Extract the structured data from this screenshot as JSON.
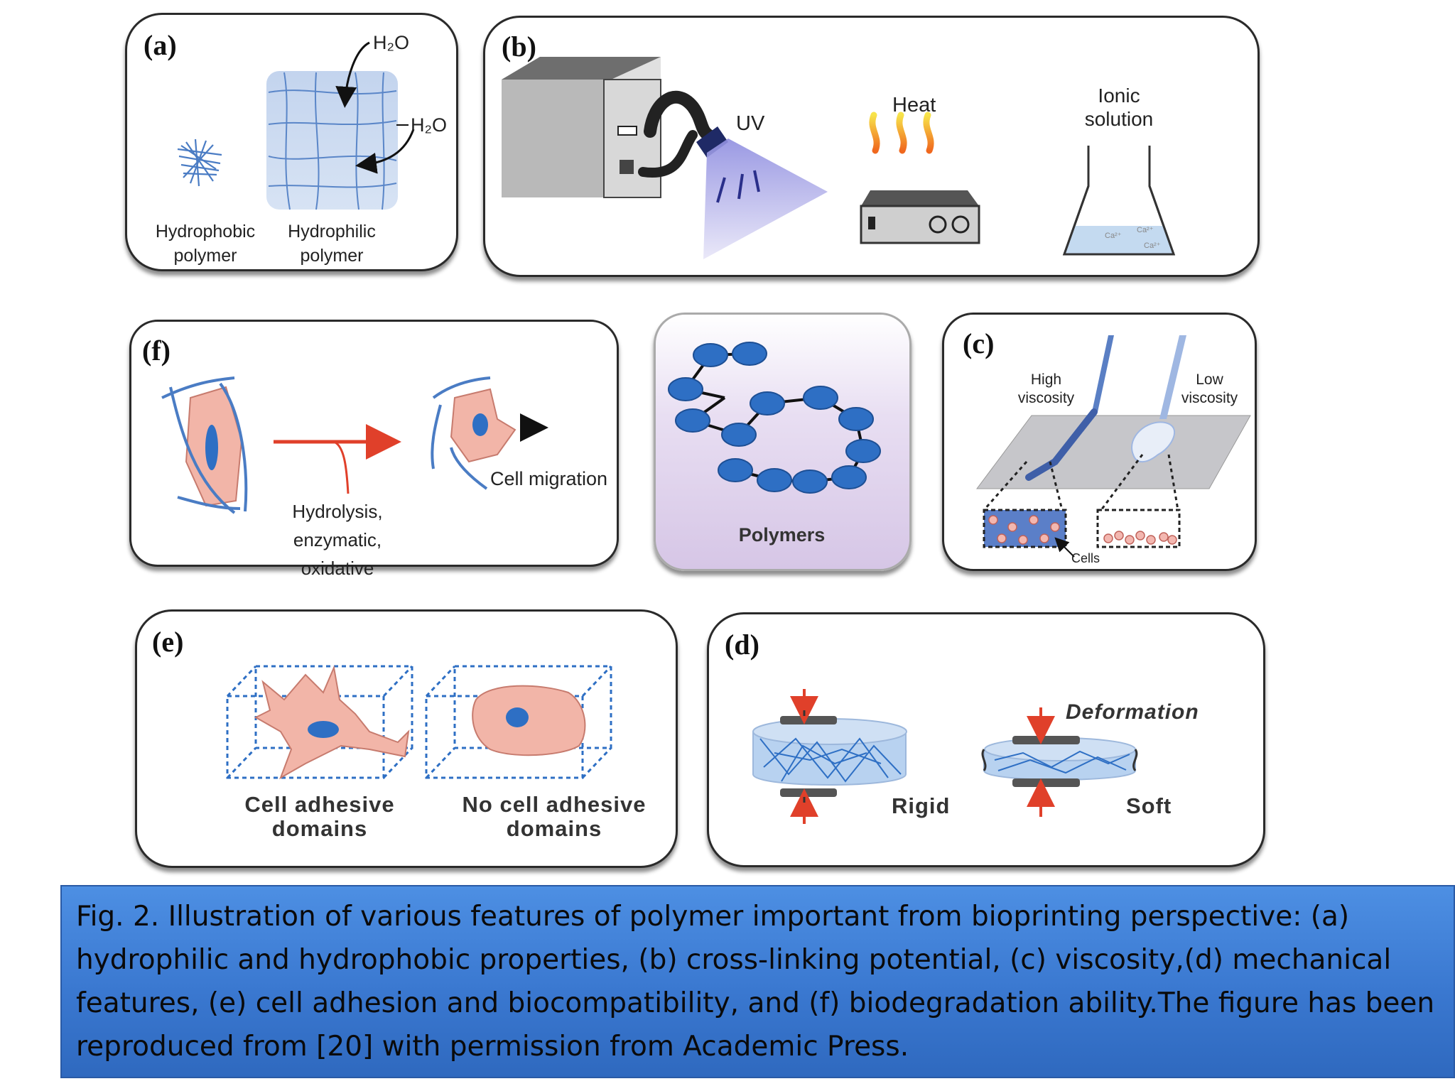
{
  "panels": {
    "a": {
      "letter": "(a)",
      "water_top": "H₂O",
      "water_right": "H₂O",
      "hydrophobic_label": "Hydrophobic\npolymer",
      "hydrophilic_label": "Hydrophilic\npolymer"
    },
    "b": {
      "letter": "(b)",
      "uv_label": "UV",
      "heat_label": "Heat",
      "ionic_label": "Ionic\nsolution",
      "ion_labels": [
        "Ca²⁺",
        "Ca²⁺",
        "Ca²⁺"
      ]
    },
    "c": {
      "letter": "(c)",
      "high_label": "High\nviscosity",
      "low_label": "Low\nviscosity",
      "cells_label": "Cells"
    },
    "d": {
      "letter": "(d)",
      "deformation_label": "Deformation",
      "rigid_label": "Rigid",
      "soft_label": "Soft"
    },
    "e": {
      "letter": "(e)",
      "adhesive_label": "Cell adhesive\ndomains",
      "no_adhesive_label": "No cell adhesive\ndomains"
    },
    "f": {
      "letter": "(f)",
      "process_label": "Hydrolysis, enzymatic,\noxidative",
      "migration_label": "Cell migration"
    },
    "center": {
      "label": "Polymers"
    }
  },
  "caption": "Fig. 2. Illustration of various features of polymer important from bioprinting perspective: (a) hydrophilic and hydrophobic properties, (b) cross-linking potential, (c) viscosity,(d) mechanical features, (e) cell adhesion and biocompatibility, and (f) biodegradation ability.The figure has been reproduced from [20] with permission from Academic Press.",
  "colors": {
    "caption_bg": "#3a78d0",
    "polymer_bead": "#2e6fc4",
    "cell_fill": "#f2b5a8",
    "center_bg": "#ddd0ea"
  }
}
